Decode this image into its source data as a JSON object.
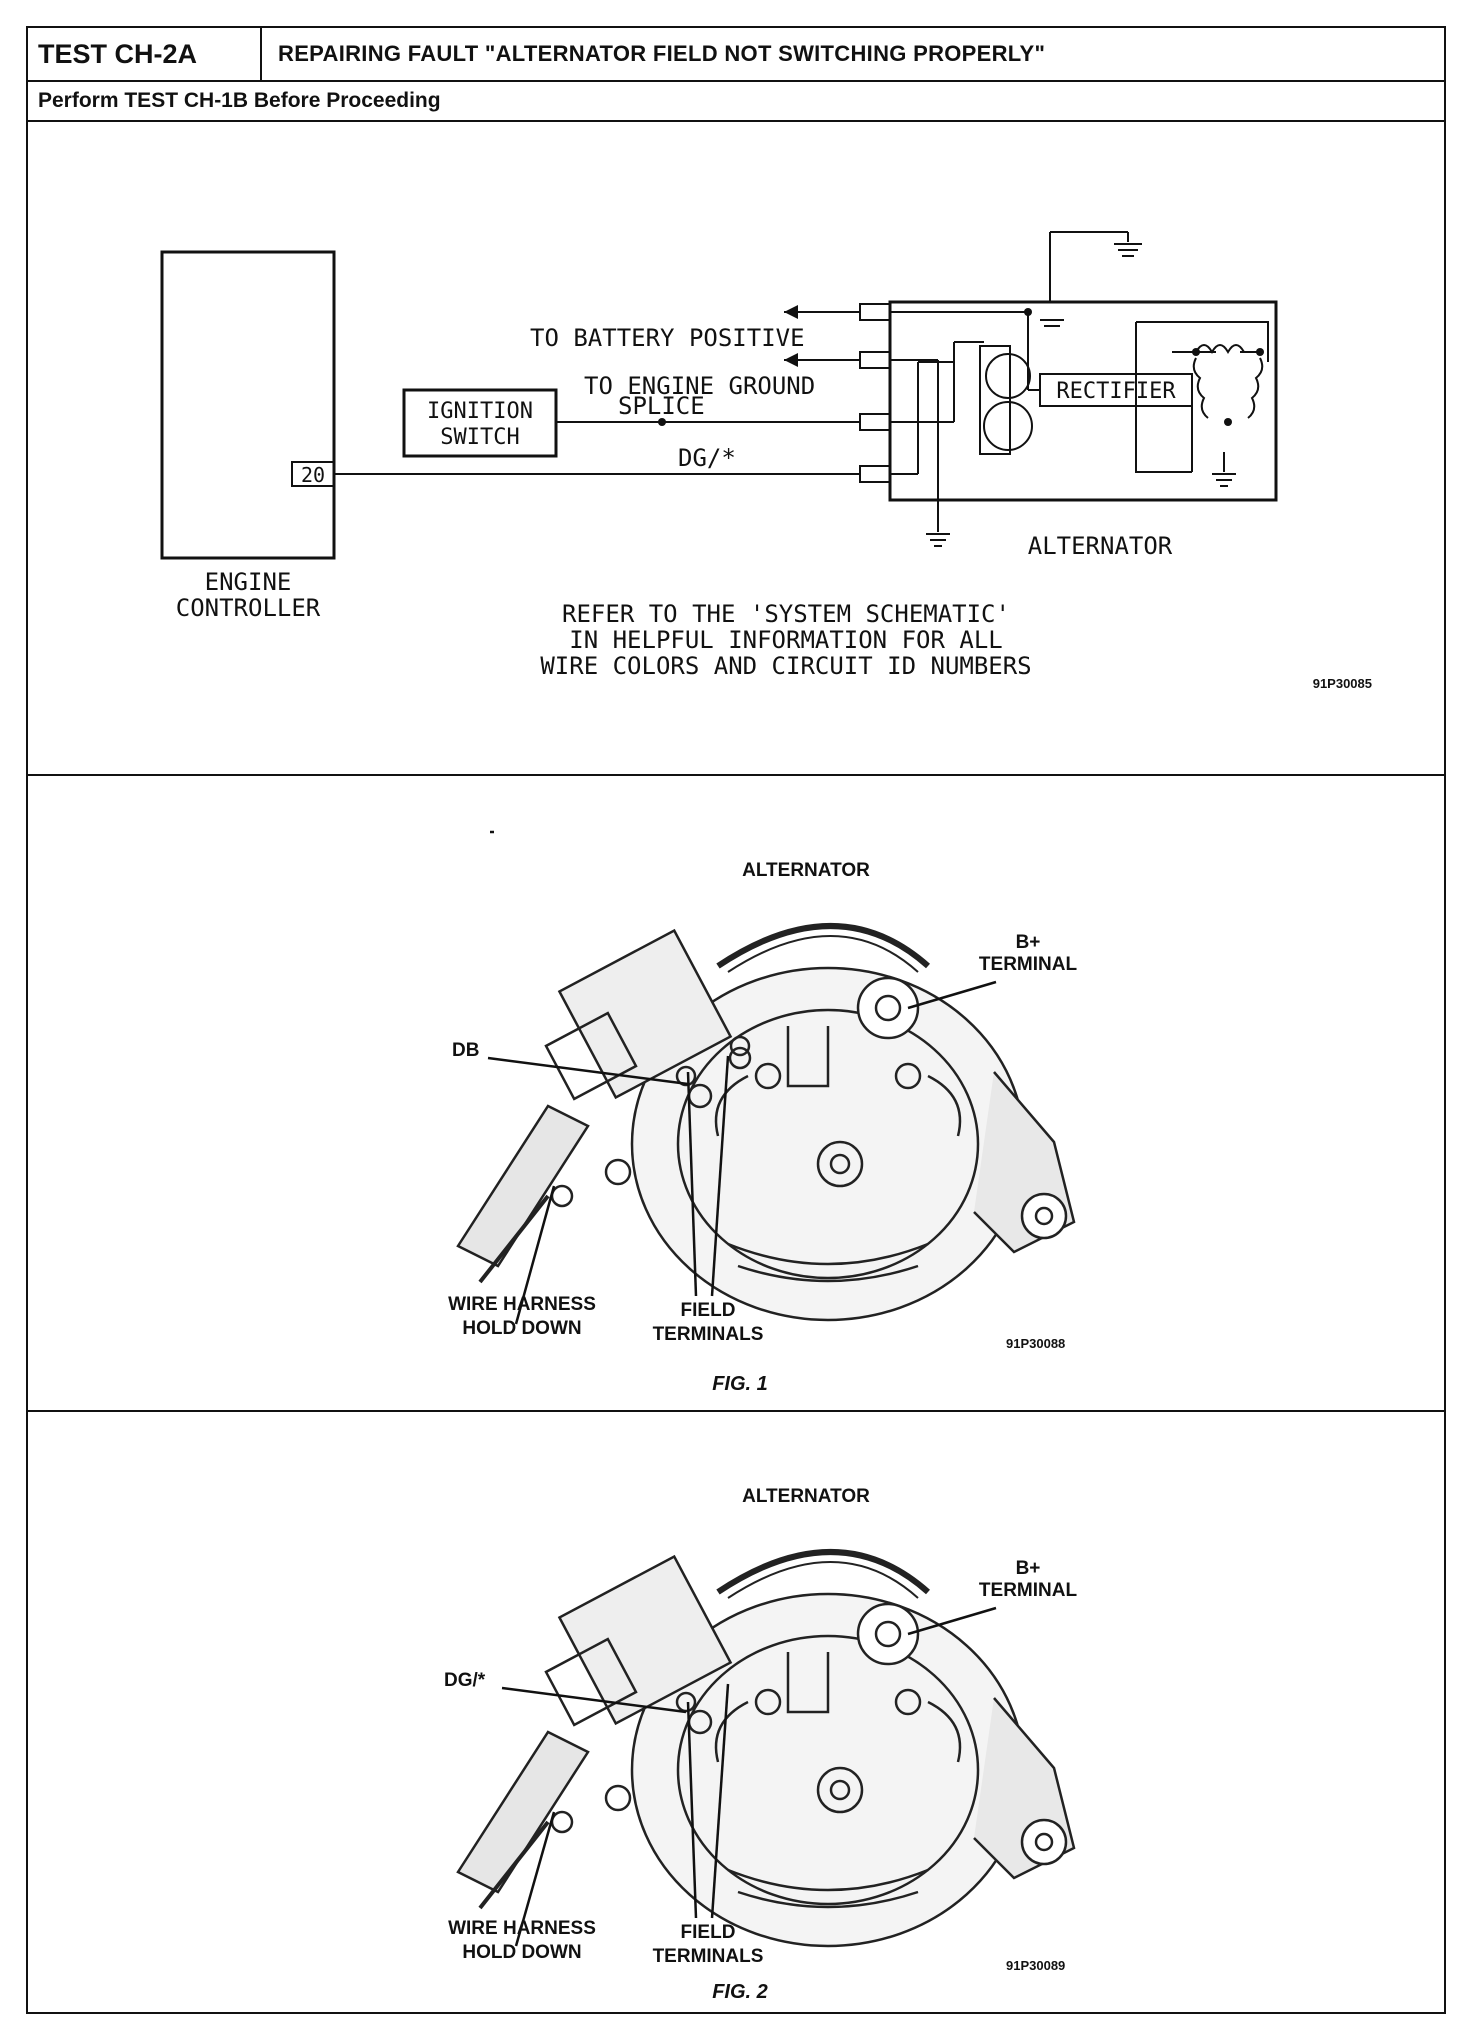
{
  "header": {
    "test_id": "TEST CH-2A",
    "title": "REPAIRING FAULT \"ALTERNATOR FIELD NOT SWITCHING PROPERLY\"",
    "subtitle": "Perform TEST CH-1B Before Proceeding"
  },
  "schematic": {
    "engine_controller_line1": "ENGINE",
    "engine_controller_line2": "CONTROLLER",
    "pin": "20",
    "ignition_line1": "IGNITION",
    "ignition_line2": "SWITCH",
    "to_battery": "TO BATTERY POSITIVE",
    "to_ground": "TO ENGINE GROUND",
    "splice": "SPLICE",
    "wire": "DG/*",
    "rectifier": "RECTIFIER",
    "alternator": "ALTERNATOR",
    "note_line1": "REFER TO THE 'SYSTEM SCHEMATIC'",
    "note_line2": "IN HELPFUL INFORMATION FOR ALL",
    "note_line3": "WIRE COLORS AND CIRCUIT ID NUMBERS",
    "code": "91P30085"
  },
  "fig1": {
    "title": "ALTERNATOR",
    "b_plus_line1": "B+",
    "b_plus_line2": "TERMINAL",
    "wire_label": "DB",
    "harness_line1": "WIRE HARNESS",
    "harness_line2": "HOLD DOWN",
    "field_line1": "FIELD",
    "field_line2": "TERMINALS",
    "code": "91P30088",
    "caption": "FIG. 1"
  },
  "fig2": {
    "title": "ALTERNATOR",
    "b_plus_line1": "B+",
    "b_plus_line2": "TERMINAL",
    "wire_label": "DG/*",
    "harness_line1": "WIRE HARNESS",
    "harness_line2": "HOLD DOWN",
    "field_line1": "FIELD",
    "field_line2": "TERMINALS",
    "code": "91P30089",
    "caption": "FIG. 2"
  }
}
